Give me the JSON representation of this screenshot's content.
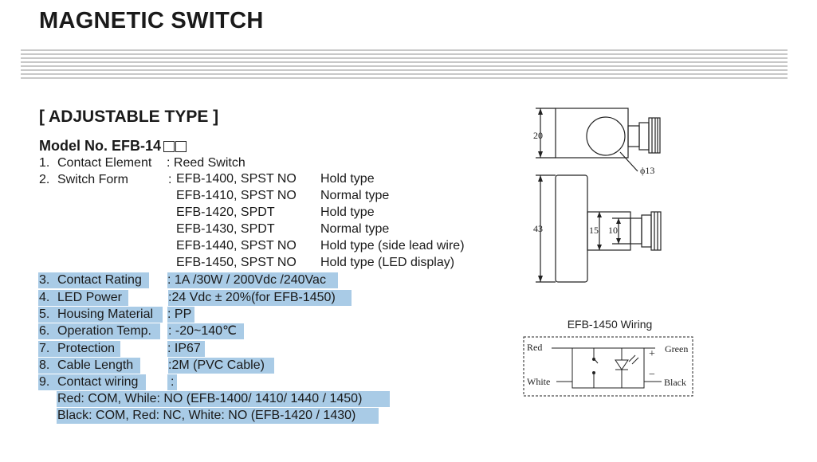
{
  "header": {
    "title": "MAGNETIC SWITCH"
  },
  "section": {
    "title": "[ ADJUSTABLE  TYPE ]"
  },
  "model": {
    "label": "Model No.  EFB-14"
  },
  "specs": {
    "contact_element": {
      "num": "1.",
      "label": "Contact Element",
      "value": ": Reed Switch"
    },
    "switch_form": {
      "num": "2.",
      "label": "Switch Form",
      "colon": ":",
      "rows": [
        {
          "code": "EFB-1400, SPST NO",
          "kind": "Hold type"
        },
        {
          "code": "EFB-1410, SPST NO",
          "kind": "Normal type"
        },
        {
          "code": "EFB-1420, SPDT",
          "kind": "Hold type"
        },
        {
          "code": "EFB-1430, SPDT",
          "kind": "Normal type"
        },
        {
          "code": "EFB-1440, SPST NO",
          "kind": "Hold type (side lead wire)"
        },
        {
          "code": "EFB-1450, SPST NO",
          "kind": "Hold type (LED display)"
        }
      ]
    },
    "contact_rating": {
      "num": "3.",
      "label": "Contact Rating",
      "value": ": 1A /30W / 200Vdc /240Vac"
    },
    "led_power": {
      "num": "4.",
      "label": "LED Power",
      "value": ":24 Vdc ± 20%(for EFB-1450)"
    },
    "housing_material": {
      "num": "5.",
      "label": "Housing Material",
      "value": ": PP"
    },
    "operation_temp": {
      "num": "6.",
      "label": "Operation Temp.",
      "value": ": -20~140℃"
    },
    "protection": {
      "num": "7.",
      "label": "Protection",
      "value": ": IP67"
    },
    "cable_length": {
      "num": "8.",
      "label": "Cable Length",
      "value": ":2M (PVC Cable)"
    },
    "contact_wiring": {
      "num": "9.",
      "label": "Contact wiring",
      "value": ":",
      "line1": "Red: COM, While: NO  (EFB-1400/ 1410/ 1440 / 1450)",
      "line2": "Black: COM, Red: NC, White: NO (EFB-1420 / 1430)"
    }
  },
  "drawing": {
    "dim_20": "20",
    "dim_43": "43",
    "dim_15": "15",
    "dim_10": "10",
    "dim_phi13": "ϕ13"
  },
  "wiring": {
    "title": "EFB-1450 Wiring",
    "red": "Red",
    "white": "White",
    "green": "Green",
    "black": "Black",
    "plus": "+",
    "minus": "−"
  },
  "colors": {
    "highlight": "#a9cbe6",
    "text": "#1a1a1a",
    "rule": "#c8c8c8"
  }
}
